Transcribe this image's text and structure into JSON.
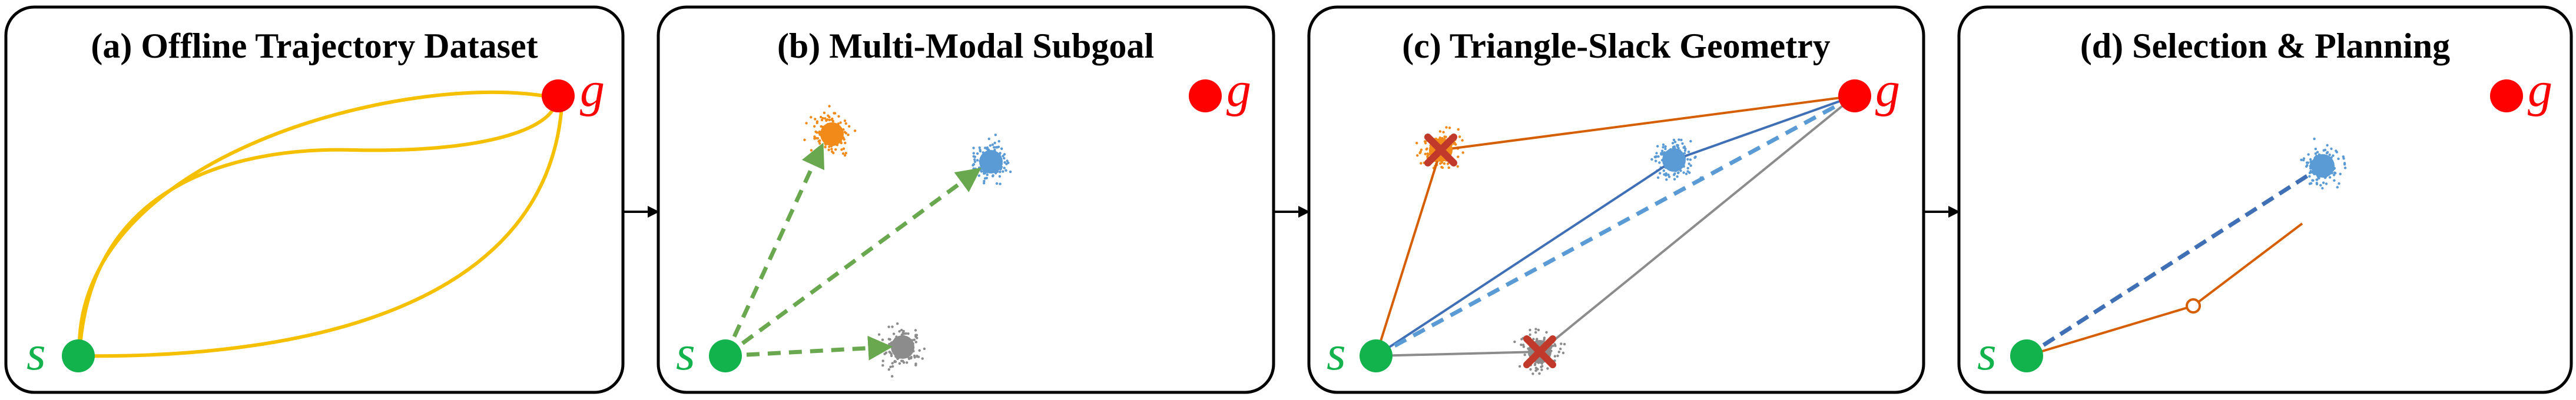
{
  "colors": {
    "start": "#12b24c",
    "goal": "#ff0000",
    "trajectory": "#f5c000",
    "arrow_green": "#6aa84f",
    "orange": "#f28a1a",
    "blue": "#5a9bd5",
    "gray": "#8c8c8c",
    "cross": "#c0392b",
    "dark_blue": "#3f6fb5",
    "orange_line": "#d55e00",
    "panel_border": "#000000"
  },
  "panels": [
    {
      "title": "(a) Offline Trajectory Dataset"
    },
    {
      "title": "(b) Multi-Modal Subgoal"
    },
    {
      "title": "(c) Triangle-Slack  Geometry"
    },
    {
      "title": "(d) Selection & Planning"
    }
  ],
  "labels": {
    "start": "s",
    "goal": "g"
  }
}
